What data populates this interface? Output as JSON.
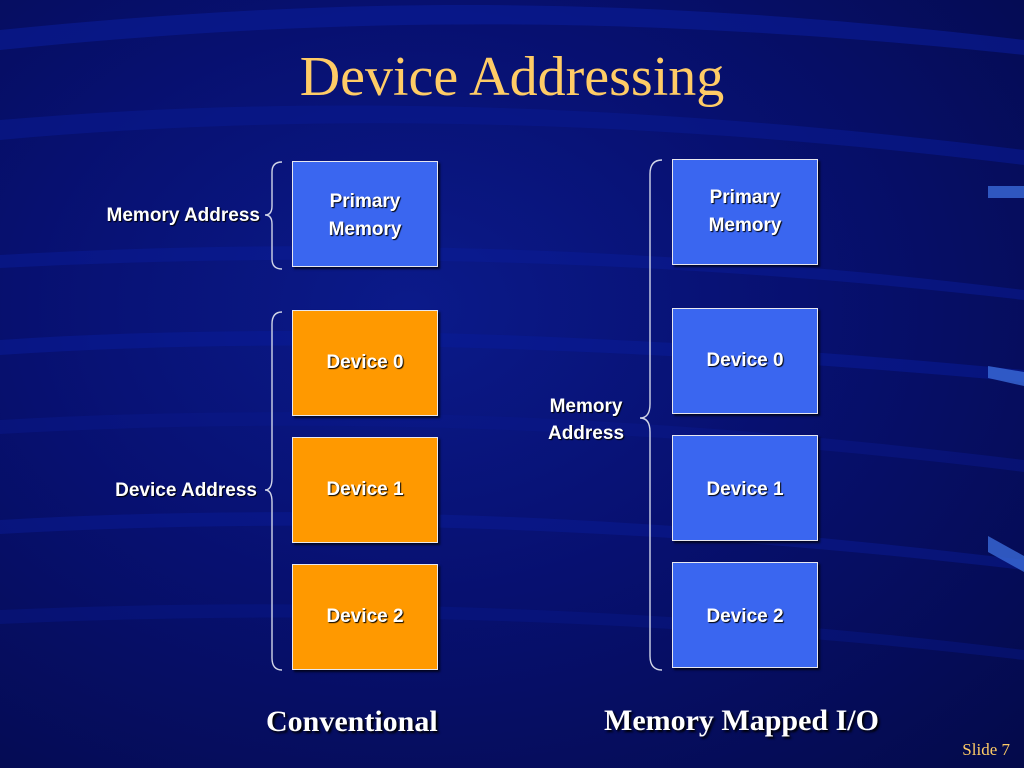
{
  "title": "Device Addressing",
  "conventional": {
    "caption": "Conventional",
    "primary_line1": "Primary",
    "primary_line2": "Memory",
    "device0": "Device 0",
    "device1": "Device 1",
    "device2": "Device 2",
    "memory_address_label": "Memory Address",
    "device_address_label": "Device Address"
  },
  "memory_mapped": {
    "caption": "Memory Mapped I/O",
    "primary_line1": "Primary",
    "primary_line2": "Memory",
    "device0": "Device 0",
    "device1": "Device 1",
    "device2": "Device 2",
    "memory_address_line1": "Memory",
    "memory_address_line2": "Address"
  },
  "slide_number": "Slide 7",
  "colors": {
    "background": "#071070",
    "title": "#ffcc66",
    "memory_box": "#3a66f0",
    "device_box_conventional": "#ff9900"
  }
}
